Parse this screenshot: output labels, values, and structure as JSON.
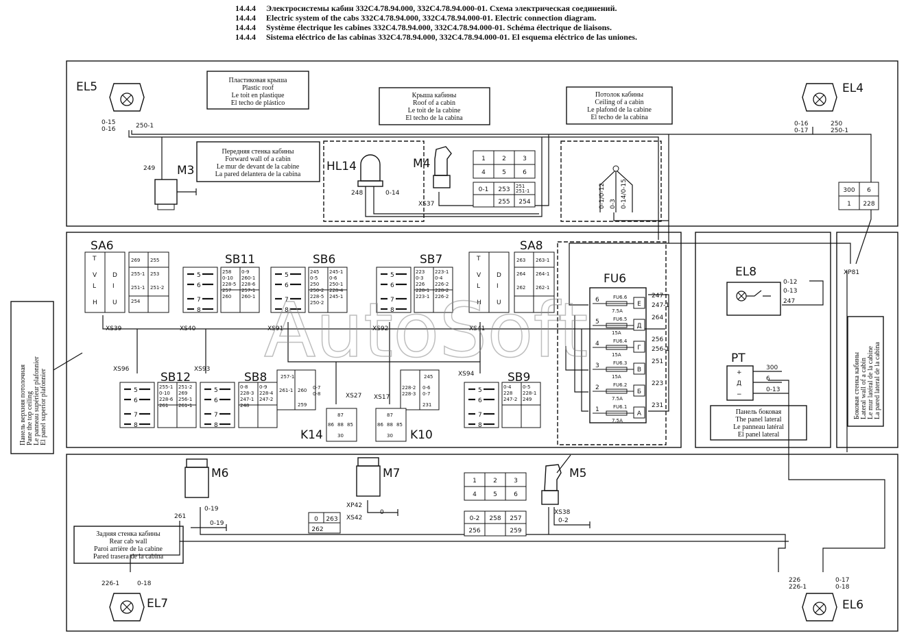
{
  "header": {
    "num": "14.4.4",
    "lines": [
      "Электросистемы кабин 332С4.78.94.000, 332С4.78.94.000-01. Схема электрическая соединений.",
      "Electric system of the cabs 332С4.78.94.000, 332С4.78.94.000-01. Electric connection diagram.",
      "Système électrique les cabines 332С4.78.94.000, 332С4.78.94.000-01. Schéma électrique de liaisons.",
      "Sistema eléctrico de las cabinas 332С4.78.94.000, 332С4.78.94.000-01. El esquema eléctrico de las uniones."
    ]
  },
  "notes": {
    "plastic_roof": [
      "Пластиковая крыша",
      "Plastic roof",
      "Le toit en plastique",
      "El techo de plástico"
    ],
    "roof": [
      "Крыша кабины",
      "Roof of a cabin",
      "Le toit de la cabine",
      "El techo de la cabina"
    ],
    "ceiling": [
      "Потолок кабины",
      "Ceiling of a cabin",
      "Le plafond de la cabine",
      "El techo de la cabina"
    ],
    "front_wall": [
      "Передняя стенка кабины",
      "Forward wall of a cabin",
      "Le mur de devant de la cabine",
      "La pared delantera de la cabina"
    ],
    "top_panel": [
      "Панель верхняя потолочная",
      "Pane the top ceiling",
      "Le panneau supérieur plafonnier",
      "El panel superior plafonnier"
    ],
    "side_panel": [
      "Панель боковая",
      "The panel lateral",
      "Le panneau latéral",
      "El panel lateral"
    ],
    "side_wall": [
      "Боковая стенка кабины",
      "Lateral wall of a cabin",
      "Le mur latéral de la cabine",
      "La pared lateral de la cabina"
    ],
    "rear_wall": [
      "Задняя стенка кабины",
      "Rear cab wall",
      "Paroi arrière de la cabine",
      "Pared trasera de la cabina"
    ]
  },
  "components": {
    "EL5": "EL5",
    "EL4": "EL4",
    "EL7": "EL7",
    "EL6": "EL6",
    "EL8": "EL8",
    "M3": "M3",
    "M4": "M4",
    "M5": "M5",
    "M6": "M6",
    "M7": "M7",
    "HL14": "HL14",
    "PT": "PT",
    "FU6": "FU6",
    "K14": "K14",
    "K10": "K10",
    "SA6": "SA6",
    "SA8": "SA8",
    "SB11": "SB11",
    "SB6": "SB6",
    "SB7": "SB7",
    "SB12": "SB12",
    "SB8": "SB8",
    "SB9": "SB9"
  },
  "connectors": {
    "XS37": "XS37",
    "XS38": "XS38",
    "XS39": "XS39",
    "XS40": "XS40",
    "XS91": "XS91",
    "XS92": "XS92",
    "XS41": "XS41",
    "XS96": "XS96",
    "XS93": "XS93",
    "XS27": "XS27",
    "XS17": "XS17",
    "XS94": "XS94",
    "XP81": "XP81",
    "XP42": "XP42",
    "XS42": "XS42"
  },
  "wires": {
    "el5": [
      "0-15",
      "0-16",
      "250-1"
    ],
    "el4": [
      "0-16",
      "0-17",
      "250",
      "250-1"
    ],
    "el7": [
      "226-1",
      "0-18"
    ],
    "el6": [
      "226",
      "226-1",
      "0-17",
      "0-18"
    ],
    "m3": "249",
    "hl14": [
      "248",
      "0-14"
    ],
    "ceiling": [
      "0-1/0-12",
      "0-3",
      "0-14/0-15"
    ],
    "el8": [
      "0-12",
      "0-13",
      "247"
    ],
    "pt": [
      "300",
      "6",
      "0-13"
    ],
    "m6": [
      "261",
      "0-19",
      "0-19"
    ],
    "m7": "0",
    "m5": "0-2"
  },
  "m4_plug": {
    "top": [
      "1",
      "2",
      "3",
      "4",
      "5",
      "6"
    ],
    "bottom": [
      "0-1",
      "253",
      "251",
      "251-1",
      "255",
      "254"
    ]
  },
  "m5_plug": {
    "top": [
      "1",
      "2",
      "3",
      "4",
      "5",
      "6"
    ],
    "bottom": [
      "0-2",
      "258",
      "257",
      "256",
      "259"
    ]
  },
  "xp81_plug": [
    "300",
    "6",
    "1",
    "228"
  ],
  "xs42_plug": [
    "0",
    "263",
    "262"
  ],
  "switch_pins": [
    "5",
    "6",
    "7",
    "8"
  ],
  "sa_syms": [
    "T",
    "V",
    "D",
    "L",
    "I",
    "H",
    "U"
  ],
  "blocks": {
    "SA6": [
      "269",
      "255",
      "255-1",
      "253",
      "251-1",
      "251-2",
      "254"
    ],
    "SB11": [
      "258",
      "0-9",
      "0-10",
      "260-1",
      "228-5",
      "228-6",
      "257",
      "257-1",
      "260",
      "260-1"
    ],
    "SB6": [
      "245",
      "245-1",
      "0-5",
      "0-6",
      "250",
      "250-1",
      "250-2",
      "228-4",
      "228-5",
      "245-1",
      "250-2"
    ],
    "SB7": [
      "223",
      "223-1",
      "0-3",
      "0-4",
      "226",
      "226-2",
      "228-1",
      "228-2",
      "223-1",
      "226-2"
    ],
    "SA8": [
      "263",
      "263-1",
      "264",
      "264-1",
      "262",
      "262-1"
    ],
    "SB12": [
      "255-1",
      "251-2",
      "0-10",
      "269",
      "228-6",
      "256-1",
      "261",
      "261-1"
    ],
    "SB8": [
      "0-8",
      "0-9",
      "228-3",
      "228-4",
      "247-1",
      "247-2",
      "248"
    ],
    "SB9": [
      "0-4",
      "0-5",
      "228",
      "228-1",
      "247-2",
      "249"
    ],
    "K14_box": [
      "257-1",
      "261-1",
      "260",
      "0-7",
      "0-8",
      "259"
    ],
    "K10_box": [
      "245",
      "228-2",
      "228-3",
      "0-6",
      "0-7",
      "231"
    ],
    "relay": [
      "87",
      "86",
      "88",
      "85",
      "30"
    ]
  },
  "fuses": [
    {
      "id": "FU6.6",
      "amp": "7.5A",
      "pin": "6",
      "out": "Е",
      "wires": [
        "247",
        "247-1"
      ]
    },
    {
      "id": "FU6.5",
      "amp": "15A",
      "pin": "5",
      "out": "Д",
      "wires": [
        "264"
      ]
    },
    {
      "id": "FU6.4",
      "amp": "15A",
      "pin": "4",
      "out": "Г",
      "wires": [
        "256",
        "256-1"
      ]
    },
    {
      "id": "FU6.3",
      "amp": "15A",
      "pin": "3",
      "out": "В",
      "wires": [
        "251"
      ]
    },
    {
      "id": "FU6.2",
      "amp": "7.5A",
      "pin": "2",
      "out": "Б",
      "wires": [
        "223"
      ]
    },
    {
      "id": "FU6.1",
      "amp": "7.5A",
      "pin": "1",
      "out": "А",
      "wires": [
        "231"
      ]
    }
  ],
  "pt_terms": [
    "+",
    "Д",
    "−"
  ],
  "watermark": "AutoSoft"
}
